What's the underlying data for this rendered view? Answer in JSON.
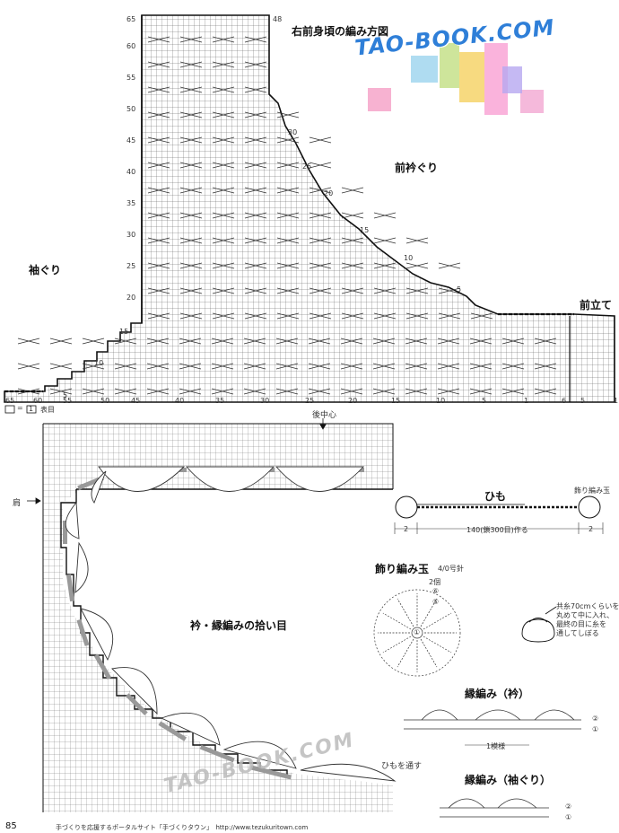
{
  "top_chart": {
    "title": "右前身頃の編み方図",
    "label_armhole": "袖ぐり",
    "label_neckline": "前衿ぐり",
    "label_front_band": "前立て",
    "legend_symbol": "1",
    "legend_text": "表目",
    "row_numbers_left": [
      "65",
      "60",
      "55",
      "50",
      "45",
      "40",
      "35",
      "30",
      "25",
      "20",
      "15",
      "10",
      "5"
    ],
    "row_numbers_right": [
      "48",
      "30",
      "25",
      "20",
      "15",
      "10",
      "5"
    ],
    "stitch_numbers_bottom": [
      "65",
      "60",
      "55",
      "50",
      "45",
      "40",
      "35",
      "30",
      "25",
      "20",
      "15",
      "10",
      "5",
      "1",
      "6",
      "5",
      "1"
    ]
  },
  "bottom_chart": {
    "label_back_center": "後中心",
    "label_shoulder": "肩",
    "label_pickup": "衿・縁編みの拾い目",
    "label_string_note": "ひもを通す"
  },
  "himo": {
    "title": "ひも",
    "label_ornament": "飾り編み玉",
    "dim_left": "2",
    "dim_mid": "140(鎖300目)作る",
    "dim_right": "2"
  },
  "ornament_ball": {
    "title": "飾り編み玉",
    "needle": "4/0号針",
    "count": "2個",
    "note_lines": [
      "共糸70cmくらいを",
      "丸めて中に入れ、",
      "最終の目に糸を",
      "通してしぼる"
    ],
    "round_labels": [
      "⑥",
      "⑤",
      "①"
    ]
  },
  "edging_collar": {
    "title": "縁編み（衿）",
    "repeat_label": "1模様",
    "row_labels": [
      "②",
      "①"
    ]
  },
  "edging_armhole": {
    "title": "縁編み（袖ぐり）",
    "row_labels": [
      "②",
      "①"
    ]
  },
  "watermark": {
    "top": "TAO-BOOK.COM",
    "bottom": "TAO-BOOK.COM"
  },
  "footer": {
    "page_number": "85",
    "text": "手づくりを応援するポータルサイト「手づくりタウン」　http://www.tezukuritown.com"
  }
}
